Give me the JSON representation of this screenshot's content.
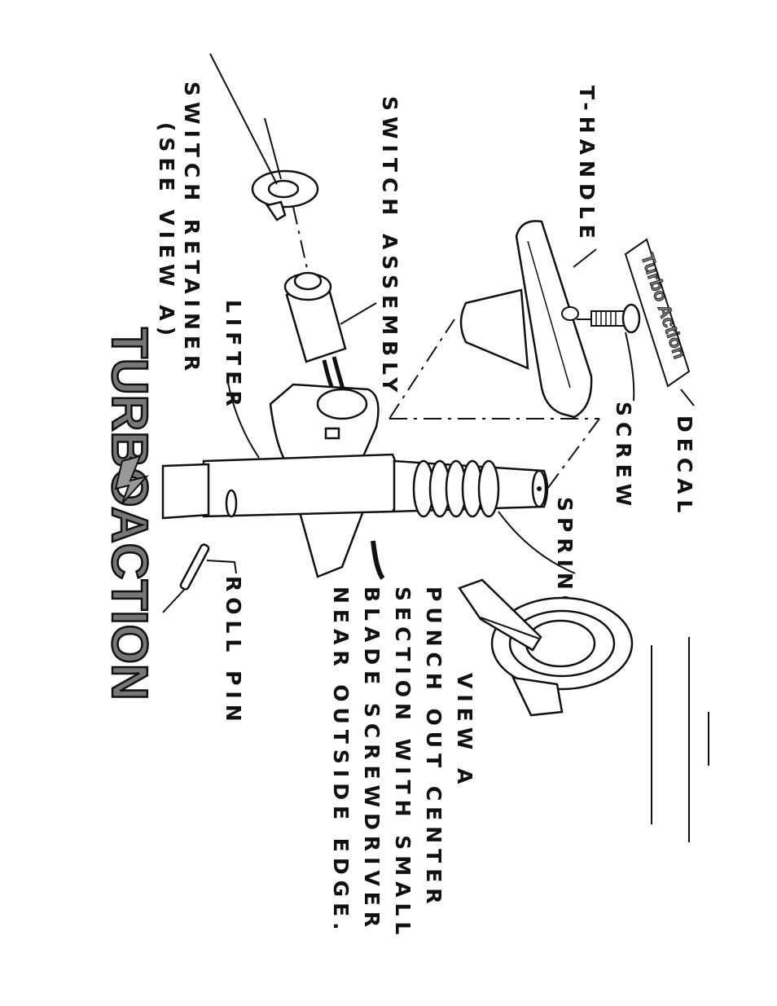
{
  "labels": {
    "t_handle": "T-HANDLE",
    "switch_assembly": "SWITCH ASSEMBLY",
    "switch_retainer": "SWITCH RETAINER",
    "see_view_a": "(SEE VIEW A)",
    "lifter": "LIFTER",
    "decal": "DECAL",
    "screw": "SCREW",
    "spring": "SPRING",
    "roll_pin": "ROLL PIN"
  },
  "view_a": {
    "title": "VIEW A",
    "lines": [
      "PUNCH OUT CENTER",
      "SECTION WITH SMALL",
      "BLADE SCREWDRIVER",
      "NEAR OUTSIDE EDGE."
    ]
  },
  "decal_text": "Turbo Action",
  "logo": {
    "word1": "TURBO",
    "word2": "ACTION"
  }
}
